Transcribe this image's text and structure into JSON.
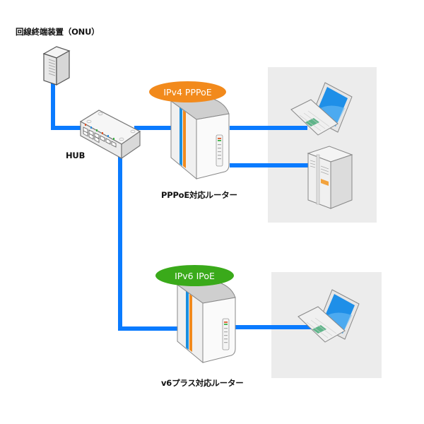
{
  "title": "ネットワーク構成図",
  "colors": {
    "cable": "#0a7bff",
    "panel": "#ececec",
    "ipv4_badge": "#f28a1c",
    "ipv6_badge": "#3aaa1a"
  },
  "nodes": {
    "onu": {
      "label": "回線終端装置（ONU）",
      "icon": "onu-device-icon"
    },
    "hub": {
      "label": "HUB",
      "icon": "network-hub-icon"
    },
    "router_pppoe": {
      "label": "PPPoE対応ルーター",
      "badge": "IPv4 PPPoE",
      "icon": "router-icon"
    },
    "router_v6": {
      "label": "v6プラス対応ルーター",
      "badge": "IPv6 IPoE",
      "icon": "router-icon"
    }
  },
  "client_groups": [
    {
      "name": "pppoe-clients",
      "devices": [
        "laptop-icon",
        "desktop-tower-icon"
      ]
    },
    {
      "name": "v6-clients",
      "devices": [
        "laptop-icon"
      ]
    }
  ]
}
